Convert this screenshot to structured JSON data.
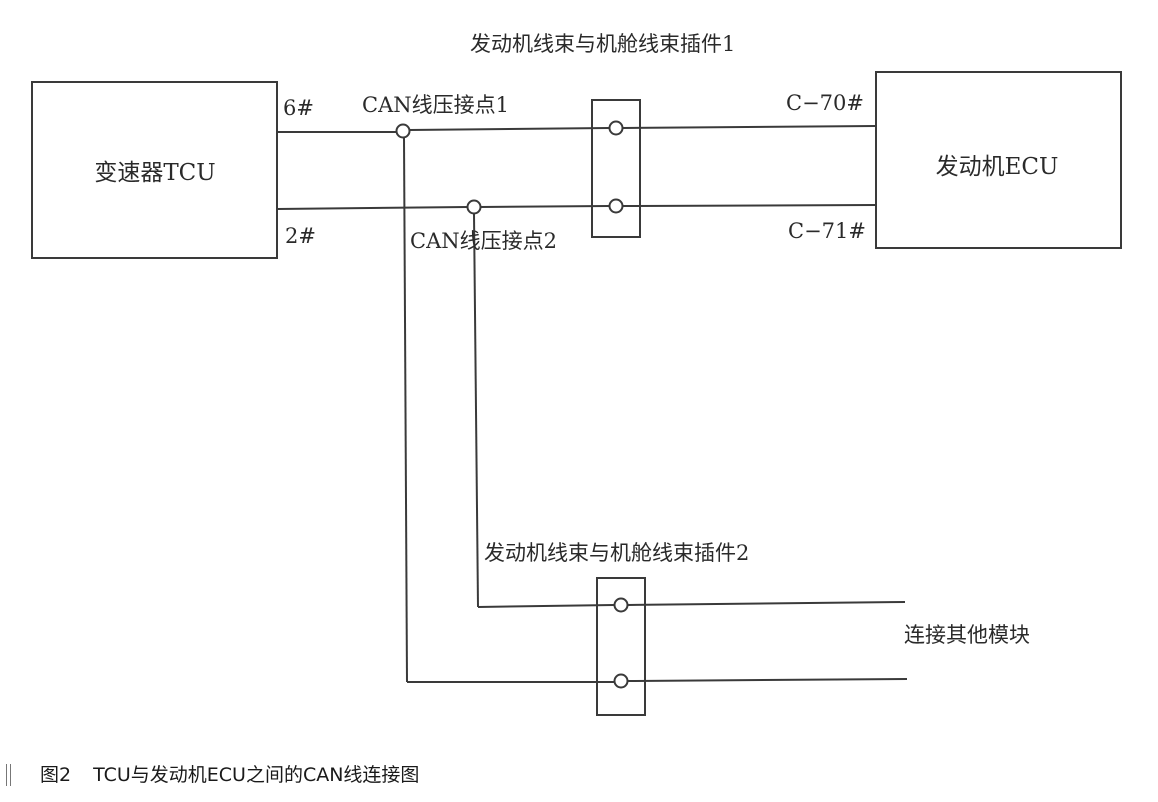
{
  "diagram": {
    "nodes": {
      "tcu": {
        "label": "变速器TCU"
      },
      "ecu": {
        "label": "发动机ECU"
      },
      "plug1": {
        "label": "发动机线束与机舱线束插件1"
      },
      "plug2": {
        "label": "发动机线束与机舱线束插件2"
      }
    },
    "pins": {
      "tcu_pin6": "6#",
      "tcu_pin2": "2#",
      "ecu_c70": "C−70#",
      "ecu_c71": "C−71#"
    },
    "splices": {
      "splice1": "CAN线压接点1",
      "splice2": "CAN线压接点2"
    },
    "other_modules": "连接其他模块"
  },
  "caption": {
    "number": "图2",
    "text": "TCU与发动机ECU之间的CAN线连接图"
  },
  "colors": {
    "line": "#3a3a3a",
    "text": "#2a2a2a"
  }
}
